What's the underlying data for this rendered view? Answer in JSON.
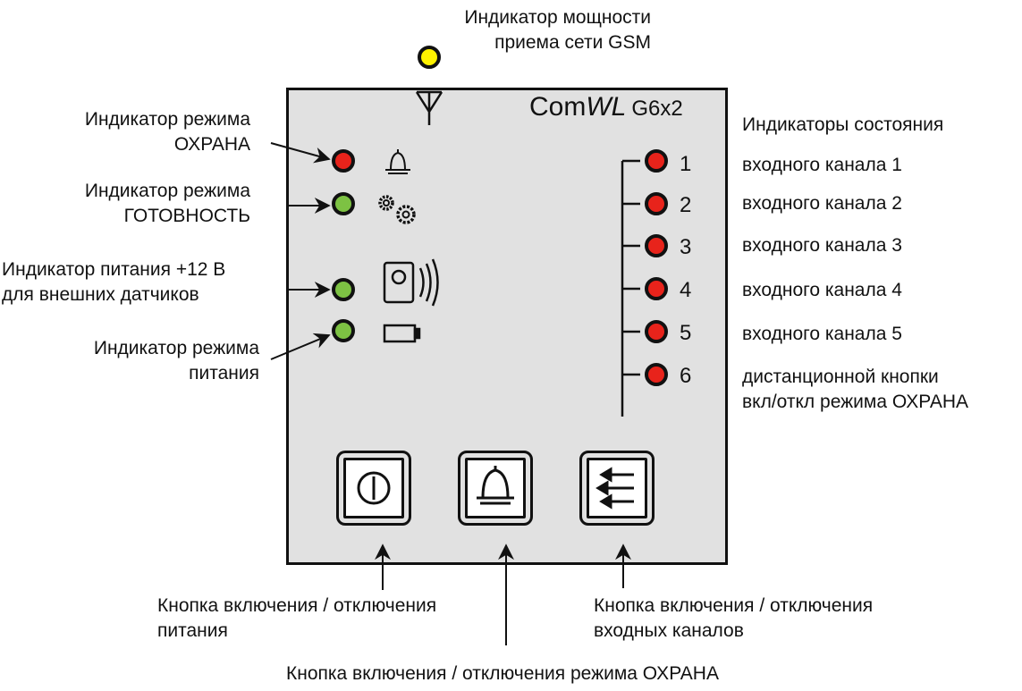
{
  "gsm_label": [
    "Индикатор мощности",
    "приема сети  GSM"
  ],
  "brand": {
    "prefix": "Com",
    "italic": "WL",
    "model": "G6x2"
  },
  "left_labels": {
    "guard_mode": [
      "Индикатор режима",
      "ОХРАНА"
    ],
    "ready_mode": [
      "Индикатор режима",
      "ГОТОВНОСТЬ"
    ],
    "power_12v": [
      "Индикатор питания +12 В",
      "для внешних датчиков"
    ],
    "power_mode": [
      "Индикатор режима",
      "питания"
    ]
  },
  "right_title": "Индикаторы состояния",
  "channels": [
    {
      "num": "1",
      "desc": "входного канала 1"
    },
    {
      "num": "2",
      "desc": "входного канала 2"
    },
    {
      "num": "3",
      "desc": "входного канала 3"
    },
    {
      "num": "4",
      "desc": "входного канала 4"
    },
    {
      "num": "5",
      "desc": "входного канала 5"
    },
    {
      "num": "6",
      "desc": "дистанционной кнопки",
      "desc2": "вкл/откл  режима ОХРАНА"
    }
  ],
  "bottom_labels": {
    "power_button": [
      "Кнопка включения / отключения",
      "питания"
    ],
    "guard_button": "Кнопка включения / отключения режима ОХРАНА",
    "inputs_button": [
      "Кнопка включения / отключения",
      "входных каналов"
    ]
  },
  "colors": {
    "led_red": "#e8231b",
    "led_green": "#7dc243",
    "led_yellow": "#fff200",
    "panel": "#e1e1e1"
  },
  "icons": [
    "antenna-icon",
    "bell-icon",
    "gears-icon",
    "sensor-icon",
    "battery-icon",
    "power-icon",
    "arrows-icon"
  ]
}
